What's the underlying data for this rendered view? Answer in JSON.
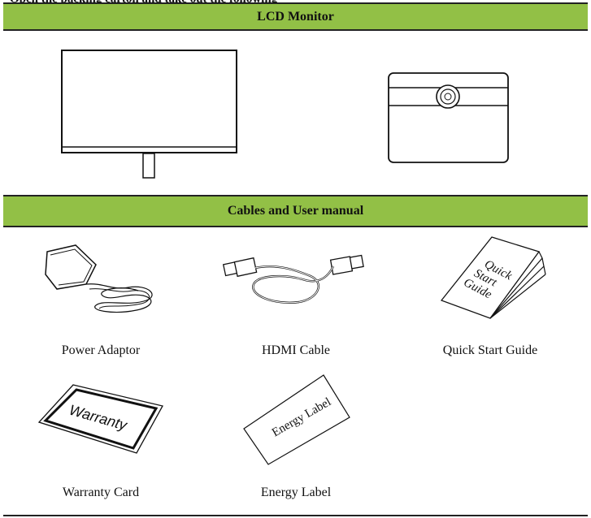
{
  "top_cut_text": "Open the packing carton and take out the following",
  "sections": {
    "lcd_monitor_title": "LCD Monitor",
    "cables_title": "Cables and User manual"
  },
  "items": {
    "power_adaptor": "Power Adaptor",
    "hdmi_cable": "HDMI Cable",
    "quick_start_guide": "Quick Start Guide",
    "warranty_card": "Warranty Card",
    "energy_label": "Energy Label"
  },
  "artwork_text": {
    "guide_line1": "Quick",
    "guide_line2": "Start",
    "guide_line3": "Guide",
    "warranty": "Warranty",
    "energy": "Energy Label"
  }
}
